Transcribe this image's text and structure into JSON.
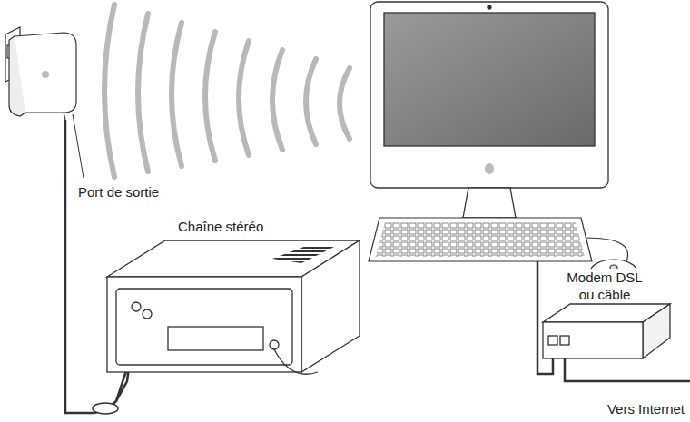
{
  "diagram": {
    "labels": [
      "Port de sortie",
      "Chaîne stéréo",
      "Modem DSL ou câble",
      "Vers Internet"
    ]
  }
}
